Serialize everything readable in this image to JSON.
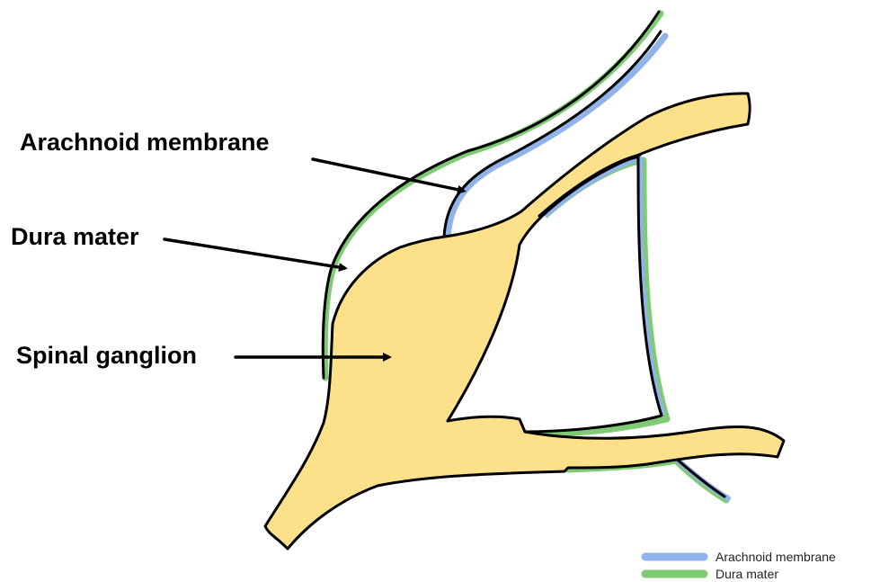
{
  "diagram": {
    "labels": {
      "arachnoid": "Arachnoid membrane",
      "dura": "Dura mater",
      "ganglion": "Spinal ganglion"
    },
    "legend": {
      "items": [
        {
          "label": "Arachnoid membrane",
          "color": "#8fb3ea"
        },
        {
          "label": "Dura mater",
          "color": "#7ecb73"
        }
      ]
    },
    "colors": {
      "ganglion_fill": "#fde08a",
      "outline": "#000000",
      "arachnoid": "#8fb3ea",
      "dura": "#7ecb73"
    }
  }
}
